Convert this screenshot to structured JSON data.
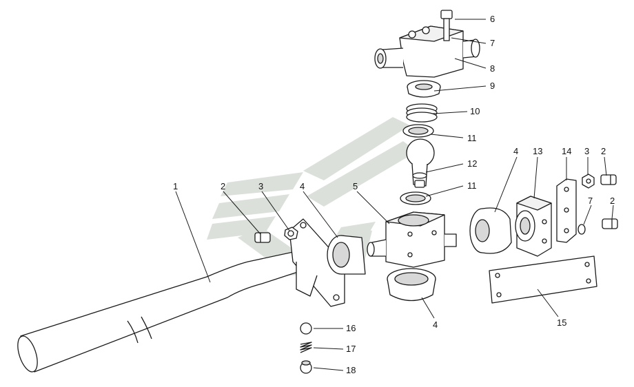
{
  "callouts": [
    "1",
    "2",
    "3",
    "4",
    "5",
    "6",
    "7",
    "8",
    "9",
    "10",
    "11",
    "12",
    "11",
    "4",
    "13",
    "14",
    "3",
    "2",
    "7",
    "2",
    "15",
    "16",
    "17",
    "18",
    "4"
  ],
  "colors": {
    "ink": "#1a1a1a",
    "part_fill": "#ffffff",
    "shade": "#d8d8d8",
    "watermark": "#cfd6d0"
  },
  "watermark_icon": "stylized-logo-watermark"
}
